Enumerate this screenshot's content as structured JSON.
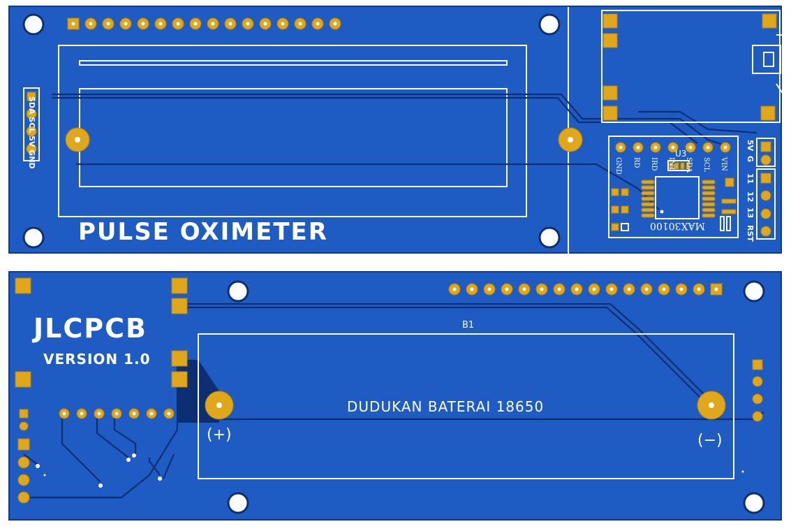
{
  "top_board": {
    "title": "PULSE OXIMETER",
    "connector_labels": [
      "SDA",
      "SCL",
      "5V",
      "GND"
    ],
    "sensor_ref": "U3",
    "sensor_name": "MAX30100",
    "sensor_pins": [
      "GND",
      "RD",
      "IRD",
      "INT",
      "SDA",
      "SCL",
      "VIN"
    ],
    "header_right_labels": [
      "5V",
      "G",
      "11",
      "12",
      "13",
      "RST"
    ]
  },
  "bottom_board": {
    "brand": "JLCPCB",
    "version": "VERSION 1.0",
    "battery_ref": "B1",
    "battery_label": "DUDUKAN BATERAI 18650",
    "plus_label": "(+)",
    "minus_label": "(−)"
  },
  "colors": {
    "board": "#1e5cc4",
    "pad": "#e0a71a",
    "silkscreen": "#ffffff"
  }
}
